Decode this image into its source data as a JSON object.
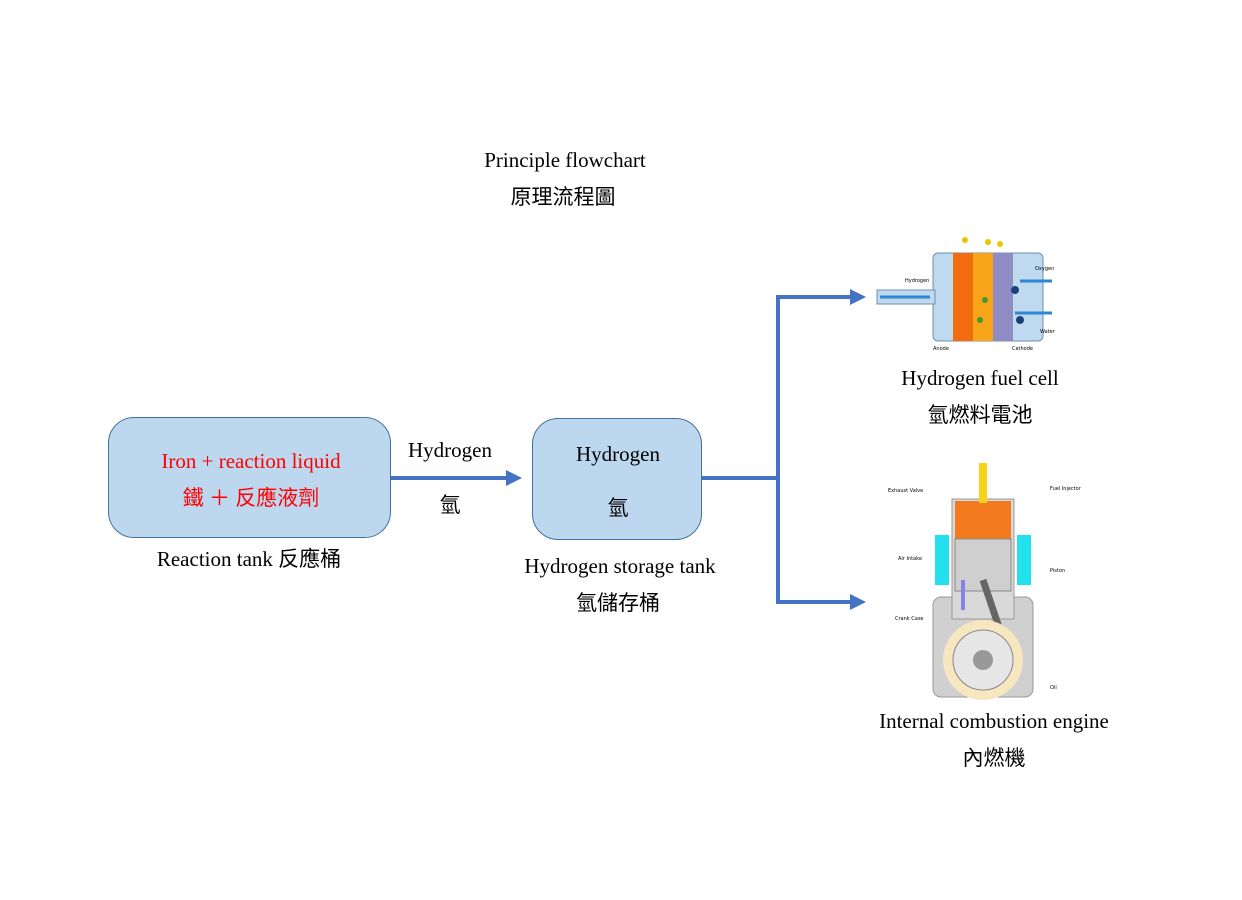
{
  "title": {
    "en": "Principle flowchart",
    "zh": "原理流程圖"
  },
  "reaction_tank": {
    "content_en": "Iron + reaction liquid",
    "content_zh": "鐵 ＋ 反應液劑",
    "caption": "Reaction tank  反應桶"
  },
  "arrow_label": {
    "en": "Hydrogen",
    "zh": "氫"
  },
  "storage_tank": {
    "content_en": "Hydrogen",
    "content_zh": "氫",
    "caption_en": "Hydrogen storage tank",
    "caption_zh": "氫儲存桶"
  },
  "fuel_cell": {
    "caption_en": "Hydrogen fuel cell",
    "caption_zh": "氫燃料電池",
    "image_labels": {
      "hydrogen": "Hydrogen",
      "oxygen": "Oxygen",
      "water": "Water",
      "anode": "Anode",
      "cathode": "Cathode"
    }
  },
  "engine": {
    "caption_en": "Internal combustion engine",
    "caption_zh": "內燃機",
    "image_labels": {
      "exhaust": "Exhaust Valve",
      "fuel": "Fuel Injector",
      "air": "Air Intake",
      "piston": "Piston",
      "crank": "Crank Case",
      "oil": "Oil"
    }
  },
  "colors": {
    "box_fill": "#BDD7EE",
    "box_stroke": "#41719C",
    "arrow": "#4472C4",
    "highlight_text": "#FF0000"
  }
}
